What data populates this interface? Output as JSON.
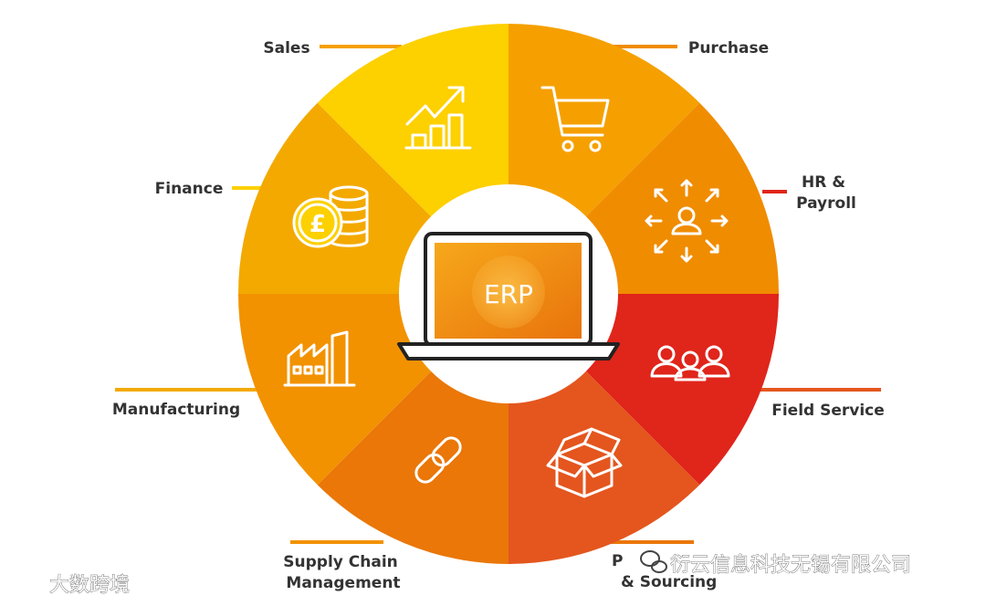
{
  "center_label": "ERP",
  "modules": [
    {
      "id": "sales",
      "label_lines": [
        "Sales"
      ],
      "color": "#F5A000",
      "icon": "growth-chart-icon"
    },
    {
      "id": "purchase",
      "label_lines": [
        "Purchase"
      ],
      "color": "#F08C00",
      "icon": "shopping-cart-icon"
    },
    {
      "id": "hr-payroll",
      "label_lines": [
        "HR &",
        "Payroll"
      ],
      "color": "#E0251B",
      "icon": "people-network-icon"
    },
    {
      "id": "field-service",
      "label_lines": [
        "Field Service"
      ],
      "color": "#E4561E",
      "icon": "team-icon"
    },
    {
      "id": "procurement",
      "label_lines": [
        "P",
        "& Sourcing"
      ],
      "color": "#EA7708",
      "icon": "box-icon"
    },
    {
      "id": "supply-chain",
      "label_lines": [
        "Supply Chain",
        "Management"
      ],
      "color": "#F29200",
      "icon": "chain-link-icon"
    },
    {
      "id": "manufacturing",
      "label_lines": [
        "Manufacturing"
      ],
      "color": "#F3A900",
      "icon": "factory-icon"
    },
    {
      "id": "finance",
      "label_lines": [
        "Finance"
      ],
      "color": "#FDD000",
      "icon": "pound-coins-icon"
    }
  ],
  "watermarks": {
    "bottom_left": "大数跨境",
    "bottom_right": "衍云信息科技无锡有限公司"
  }
}
